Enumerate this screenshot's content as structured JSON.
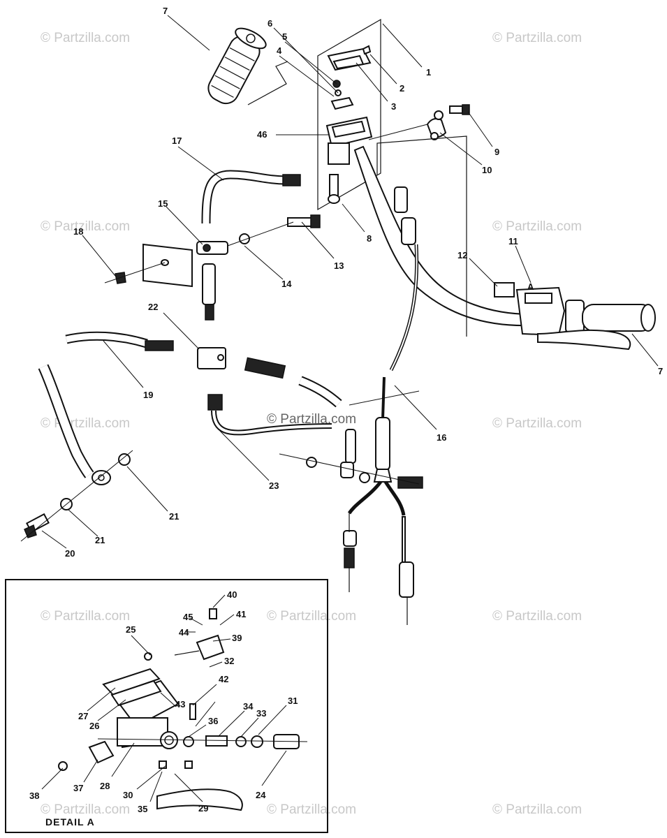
{
  "watermark": "© Partzilla.com",
  "detail_label": "DETAIL A",
  "callouts": {
    "c1": "1",
    "c2": "2",
    "c3": "3",
    "c4": "4",
    "c5": "5",
    "c6": "6",
    "c7a": "7",
    "c7b": "7",
    "c8": "8",
    "c9": "9",
    "c10": "10",
    "c11": "11",
    "c11a": "A",
    "c12": "12",
    "c13": "13",
    "c14": "14",
    "c15": "15",
    "c16": "16",
    "c17": "17",
    "c18": "18",
    "c19": "19",
    "c20": "20",
    "c21a": "21",
    "c21b": "21",
    "c22": "22",
    "c23": "23",
    "c24": "24",
    "c25": "25",
    "c26": "26",
    "c27": "27",
    "c28": "28",
    "c29": "29",
    "c30": "30",
    "c31": "31",
    "c32": "32",
    "c33": "33",
    "c34": "34",
    "c35": "35",
    "c36": "36",
    "c37": "37",
    "c38": "38",
    "c39": "39",
    "c40": "40",
    "c41": "41",
    "c42": "42",
    "c43": "43",
    "c44": "44",
    "c45": "45",
    "c46": "46"
  }
}
